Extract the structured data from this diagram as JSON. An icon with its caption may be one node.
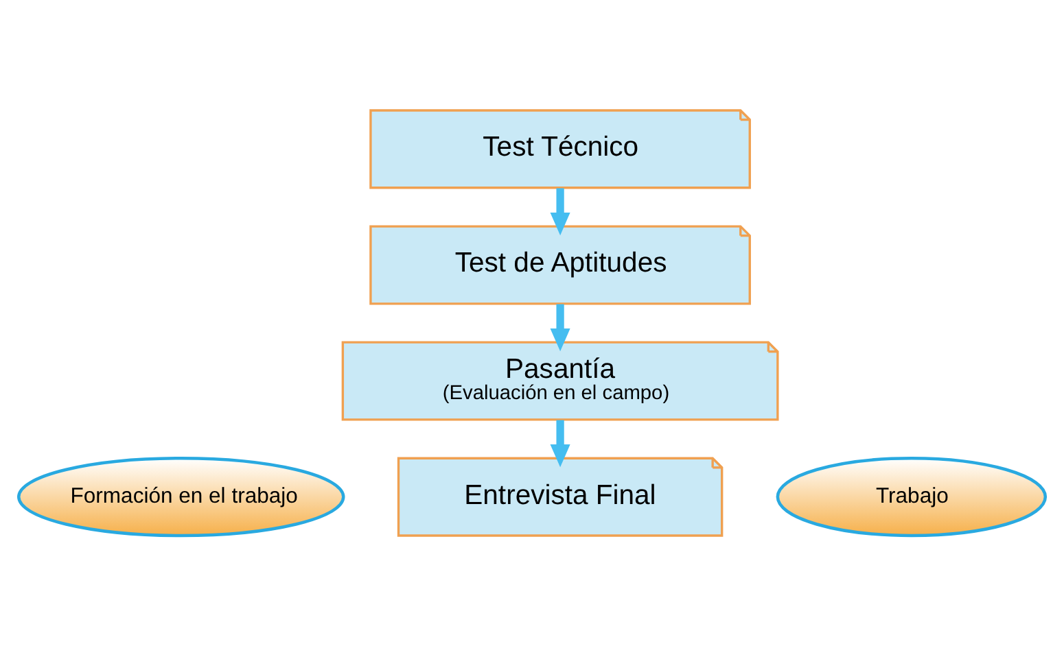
{
  "diagram": {
    "nodes": [
      {
        "text": [
          "Test Técnico"
        ]
      },
      {
        "text": [
          "Test de Aptitudes"
        ]
      },
      {
        "text": [
          "Pasantía",
          "(Evaluación en el campo)"
        ]
      },
      {
        "text": [
          "Formación en el trabajo"
        ]
      },
      {
        "text": [
          "Trabajo"
        ]
      },
      {
        "text": [
          "Entrevista Final"
        ]
      }
    ],
    "edges": [
      {
        "from": 0,
        "to": 1,
        "arrow": "to"
      },
      {
        "from": 1,
        "to": 2,
        "arrow": "to"
      },
      {
        "from": 2,
        "to": 5,
        "arrow": "to"
      }
    ]
  }
}
